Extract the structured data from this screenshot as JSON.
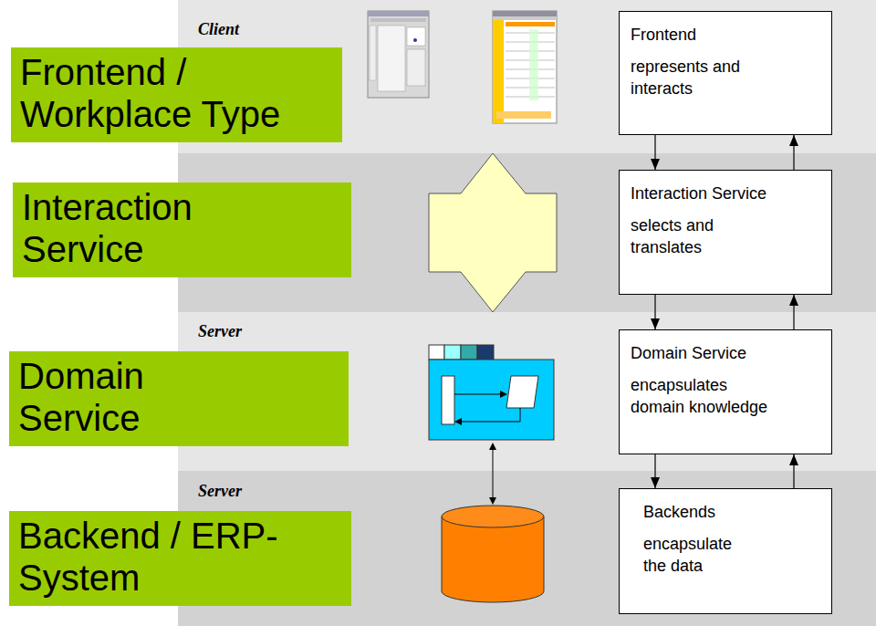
{
  "diagram": {
    "nodes": [
      {
        "text": [
          "Frontend / Workplace Type"
        ]
      },
      {
        "text": [
          "Frontend",
          "represents and interacts"
        ]
      },
      {
        "text": [
          "Interaction Service"
        ]
      },
      {
        "text": [
          "Interaction Service",
          "selects and translates"
        ]
      },
      {
        "text": [
          "Domain Service"
        ]
      },
      {
        "text": [
          "Domain Service",
          "encapsulates domain knowledge"
        ]
      },
      {
        "text": [
          "Backend / ERP-System"
        ]
      },
      {
        "text": [
          "Backends",
          "encapsulate the data"
        ]
      }
    ],
    "edges": [
      {
        "from": 1,
        "to": 3,
        "arrow": "to"
      },
      {
        "from": 3,
        "to": 1,
        "arrow": "to"
      },
      {
        "from": 3,
        "to": 5,
        "arrow": "to"
      },
      {
        "from": 5,
        "to": 3,
        "arrow": "to"
      },
      {
        "from": 5,
        "to": 7,
        "arrow": "to"
      },
      {
        "from": 7,
        "to": 5,
        "arrow": "to"
      }
    ],
    "labels": [
      "Client",
      "Server",
      "Server"
    ]
  }
}
